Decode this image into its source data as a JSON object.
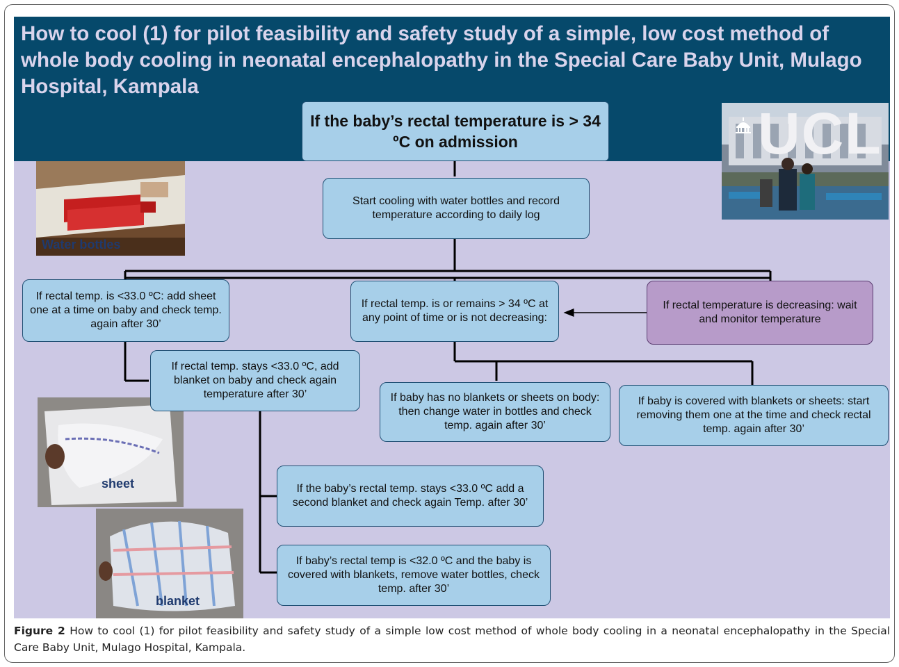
{
  "title": "How to cool (1) for pilot feasibility and safety study of a simple, low cost method of whole body cooling in neonatal encephalopathy in the Special Care Baby Unit, Mulago Hospital, Kampala",
  "logo": {
    "text": "UCL",
    "icon": "ucl-dome-icon"
  },
  "nodes": {
    "top": "If the baby’s rectal temperature is > 34 ºC on admission",
    "start": "Start cooling with water bottles and record temperature according to daily log",
    "left1": "If rectal temp. is <33.0 ºC: add sheet one at a time on baby and check temp. again after 30’",
    "middle": "If rectal temp. is or remains > 34 ºC at any point of time or is not decreasing:",
    "right": "If rectal temperature is decreasing: wait and monitor temperature",
    "left2": "If rectal temp. stays <33.0 ºC, add blanket on baby and check again temperature after 30’",
    "no_blankets": "If baby has no blankets or sheets on body: then change water in bottles and check temp. again after 30’",
    "covered": "If baby is covered with blankets or sheets: start removing them one at the time and check rectal temp. again after 30’",
    "second_blanket": "If the baby’s rectal temp. stays <33.0 ºC add a second blanket and check again Temp. after 30’",
    "remove_bottles": "If baby’s rectal temp is <32.0 ºC and the baby is covered with blankets, remove water bottles, check temp. after 30’"
  },
  "photos": {
    "water_bottles": "Water bottles",
    "sheet": "sheet",
    "blanket": "blanket"
  },
  "caption": {
    "label": "Figure 2",
    "text": "How to cool (1) for pilot feasibility and safety study of a simple low cost method of whole body cooling in a neonatal encephalopathy in the Special Care Baby Unit, Mulago Hospital, Kampala",
    "end": "."
  }
}
